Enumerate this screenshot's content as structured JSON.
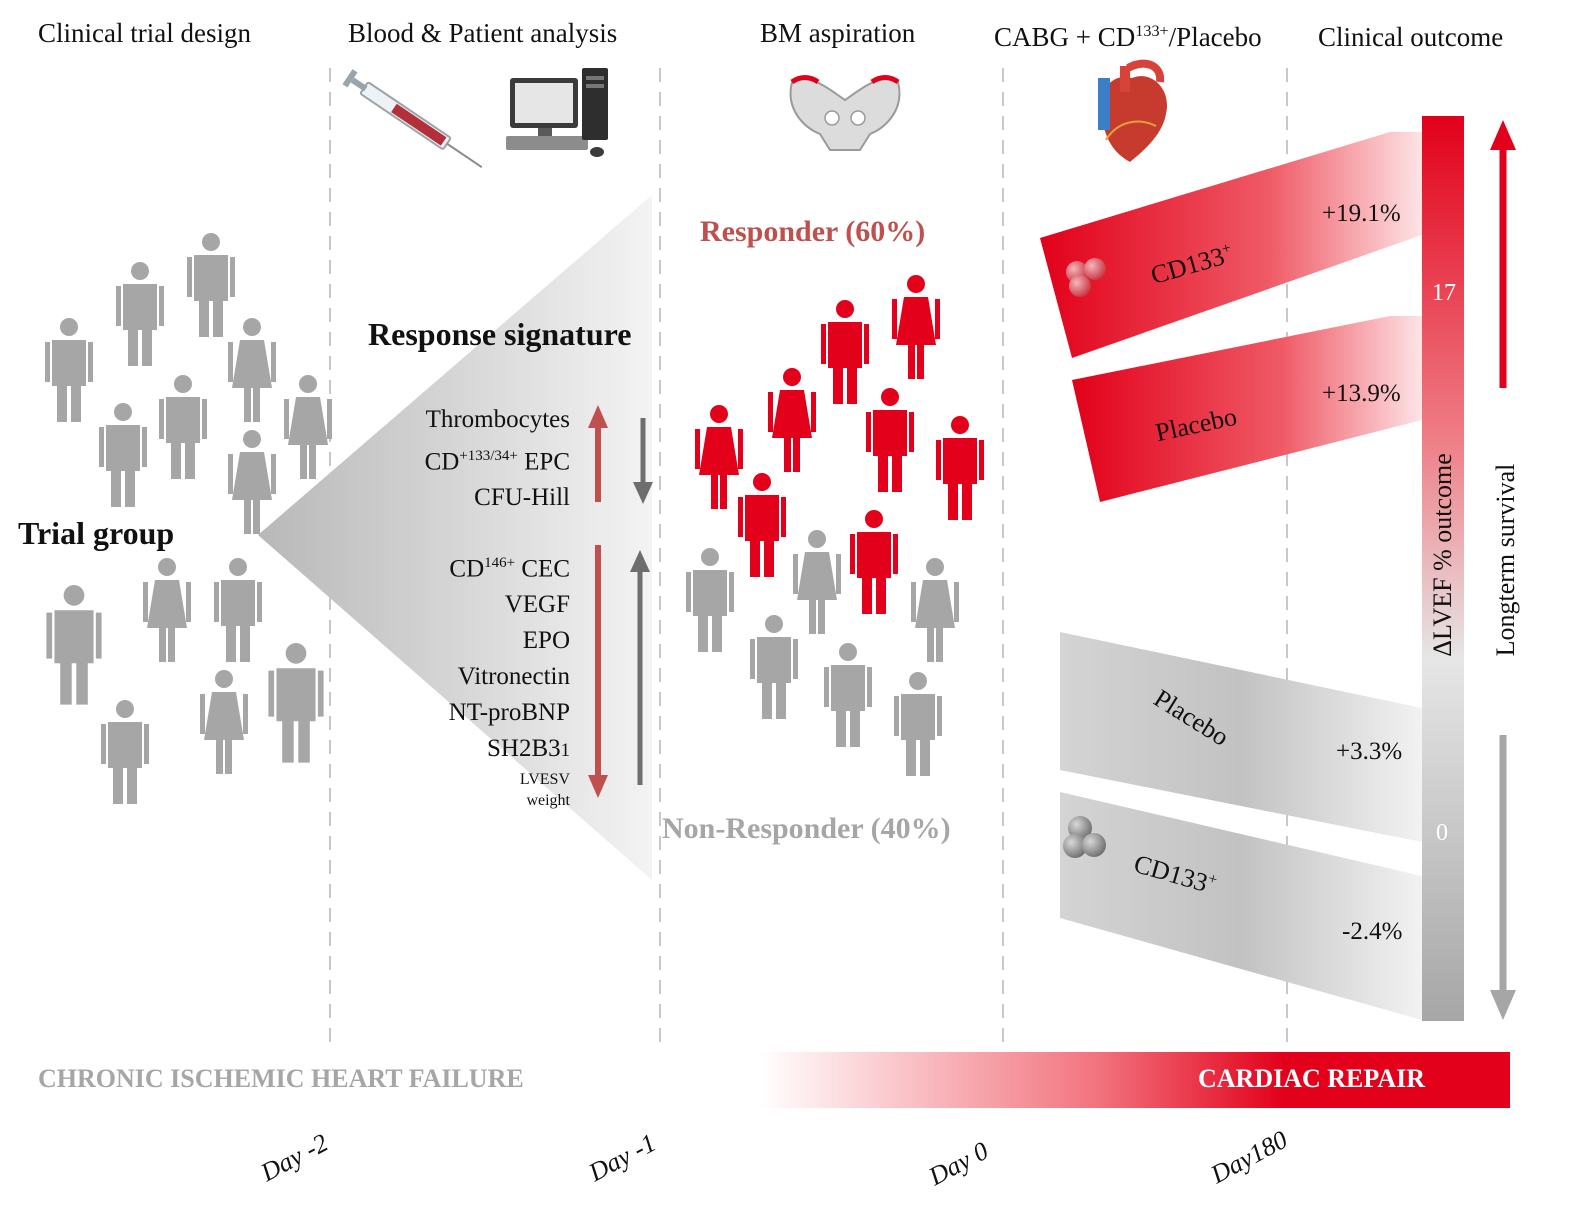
{
  "columns": {
    "design": "Clinical trial design",
    "blood": "Blood & Patient analysis",
    "bm": "BM aspiration",
    "cabg_pre": "CABG + CD",
    "cabg_sup": "133+",
    "cabg_post": "/Placebo",
    "outcome": "Clinical outcome"
  },
  "trial_group": "Trial group",
  "response_signature": "Response signature",
  "signature_up": [
    {
      "base": "Thrombocytes",
      "sup": "",
      "tail": ""
    },
    {
      "base": "CD",
      "sup": "+133/34+",
      "tail": " EPC"
    },
    {
      "base": "CFU-Hill",
      "sup": "",
      "tail": ""
    }
  ],
  "signature_down": [
    {
      "base": "CD",
      "sup": "146+",
      "tail": " CEC"
    },
    {
      "base": "VEGF",
      "sup": "",
      "tail": ""
    },
    {
      "base": "EPO",
      "sup": "",
      "tail": ""
    },
    {
      "base": "Vitronectin",
      "sup": "",
      "tail": ""
    },
    {
      "base": "NT-proBNP",
      "sup": "",
      "tail": ""
    },
    {
      "base": "SH2B3",
      "sup": "",
      "tail": "1"
    }
  ],
  "small_items": [
    "LVESV",
    "weight"
  ],
  "responder": "Responder (60%)",
  "non_responder": "Non-Responder (40%)",
  "bands": [
    {
      "label": "CD133",
      "sup": "+",
      "value": "+19.1%",
      "group": "responder"
    },
    {
      "label": "Placebo",
      "sup": "",
      "value": "+13.9%",
      "group": "responder"
    },
    {
      "label": "Placebo",
      "sup": "",
      "value": "+3.3%",
      "group": "non-responder"
    },
    {
      "label": "CD133",
      "sup": "+",
      "value": "-2.4%",
      "group": "non-responder"
    }
  ],
  "scale": {
    "top": "17",
    "bottom": "0",
    "axis": "ΔLVEF % outcome"
  },
  "longterm": "Longterm survival",
  "footer_left": "CHRONIC ISCHEMIC HEART FAILURE",
  "footer_right": "CARDIAC REPAIR",
  "days": [
    "Day -2",
    "Day -1",
    "Day 0",
    "Day180"
  ],
  "colors": {
    "red": "#e2001a",
    "grey": "#a6a6a6",
    "dark_arrow": "#6e6e6e",
    "muted_red": "#c0504d"
  }
}
